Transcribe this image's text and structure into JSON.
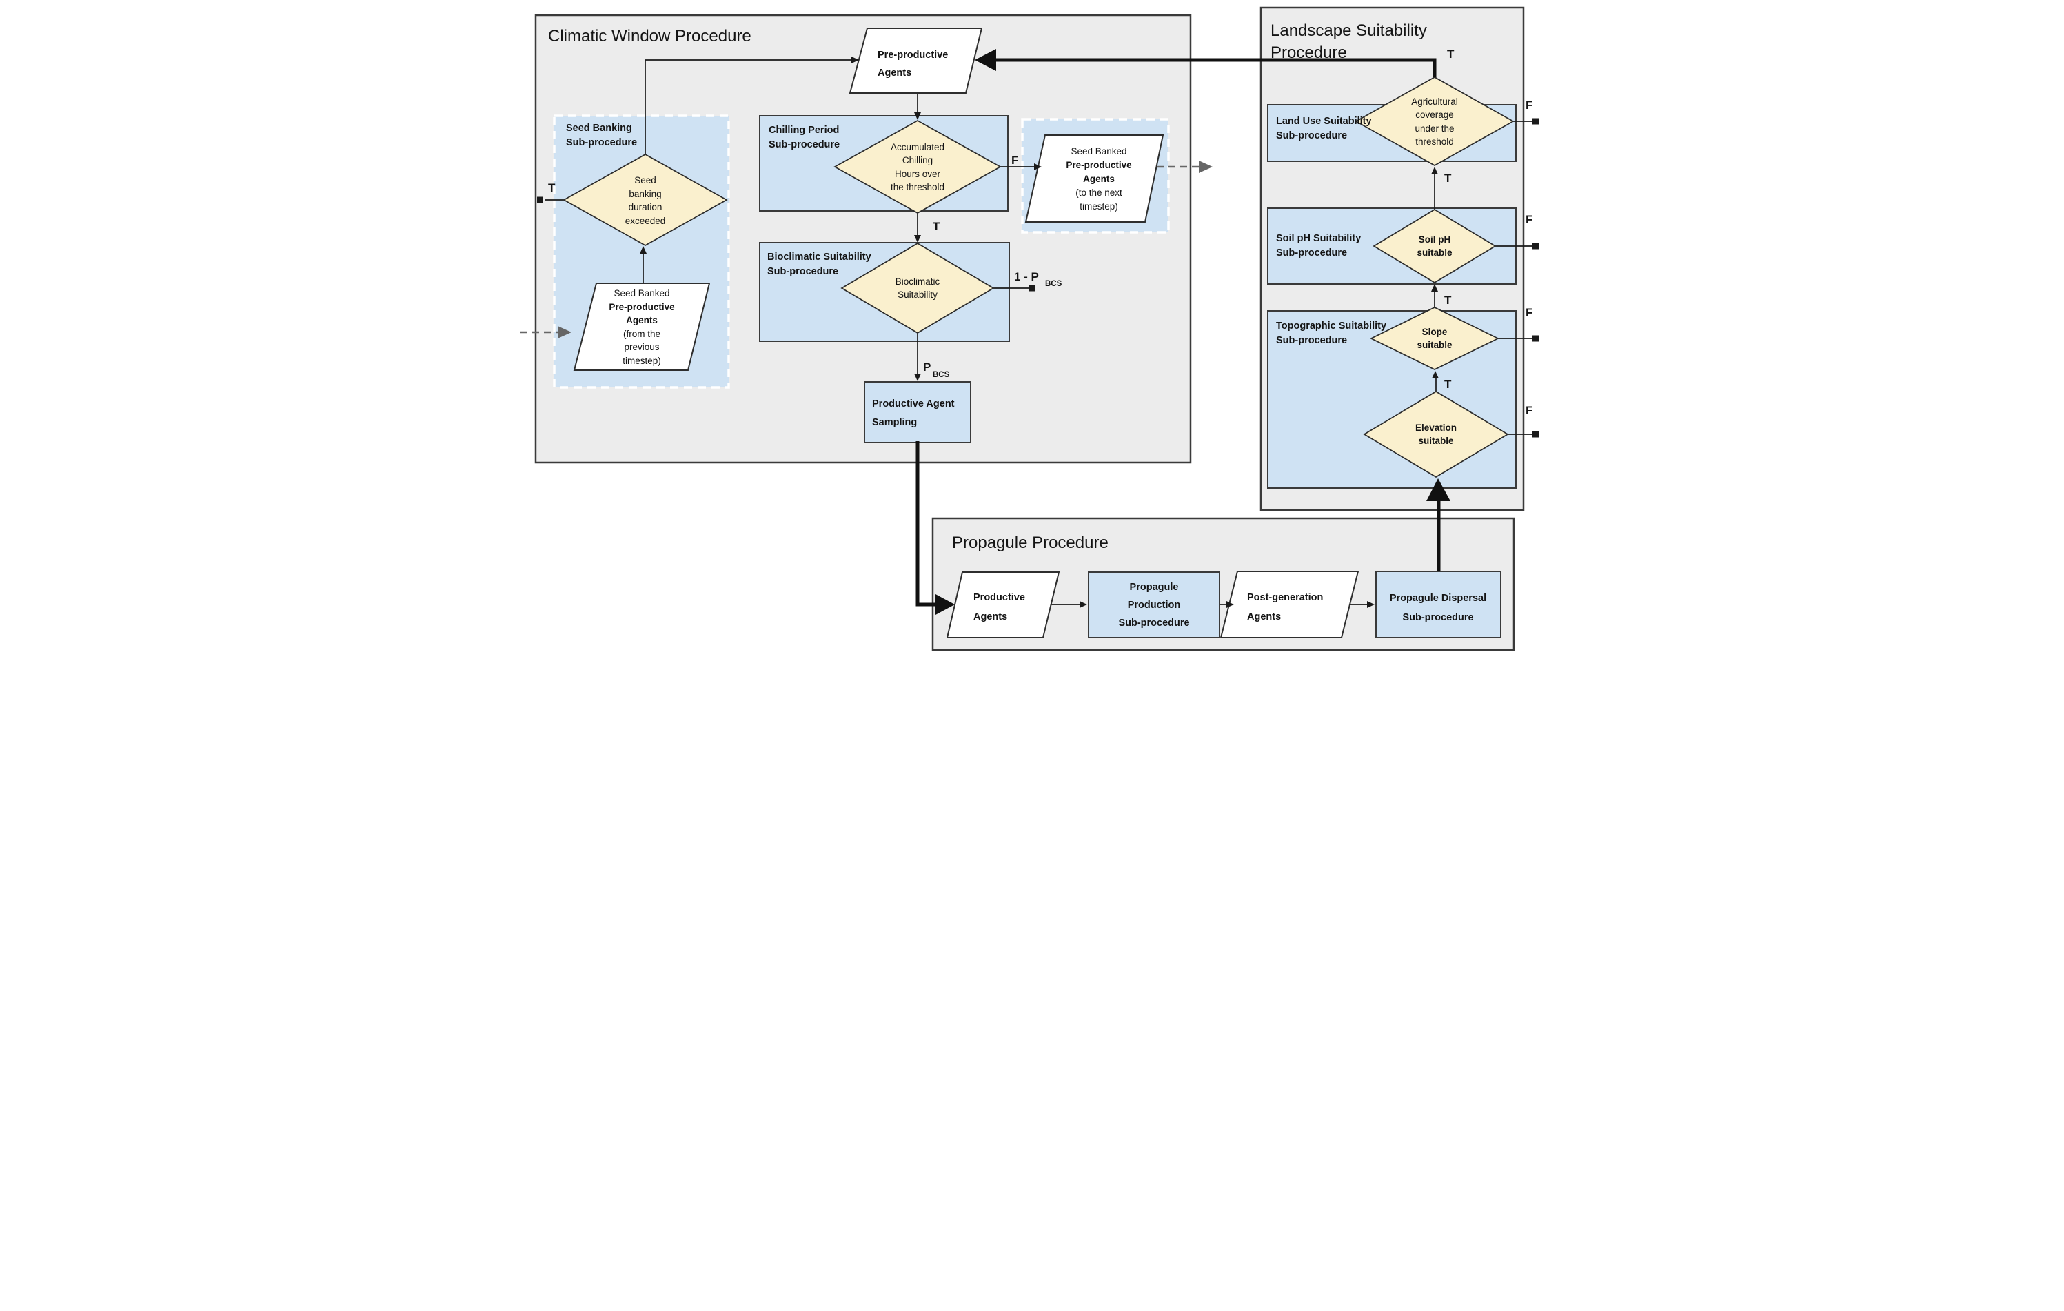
{
  "colors": {
    "background": "#ffffff",
    "procedure_fill": "#ececec",
    "subprocedure_fill": "#cfe2f3",
    "decision_fill": "#faf0ce",
    "io_fill": "#ffffff",
    "line": "#1a1a1a",
    "dashed_arrow": "#666666",
    "dashed_border": "#ffffff"
  },
  "procedures": {
    "climatic": {
      "title": "Climatic Window Procedure"
    },
    "landscape": {
      "title_lines": [
        "Landscape Suitability",
        "Procedure"
      ]
    },
    "propagule": {
      "title": "Propagule Procedure"
    }
  },
  "subprocedures": {
    "seed_banking": {
      "lines": [
        "Seed Banking",
        "Sub-procedure"
      ]
    },
    "chilling_period": {
      "lines": [
        "Chilling Period",
        "Sub-procedure"
      ]
    },
    "bioclimatic": {
      "lines": [
        "Bioclimatic Suitability",
        "Sub-procedure"
      ]
    },
    "land_use": {
      "lines": [
        "Land Use Suitability",
        "Sub-procedure"
      ]
    },
    "soil_ph": {
      "lines": [
        "Soil pH Suitability",
        "Sub-procedure"
      ]
    },
    "topographic": {
      "lines": [
        "Topographic Suitability",
        "Sub-procedure"
      ]
    },
    "propagule_production": {
      "lines": [
        "Propagule",
        "Production",
        "Sub-procedure"
      ]
    },
    "propagule_dispersal": {
      "lines": [
        "Propagule Dispersal",
        "Sub-procedure"
      ]
    }
  },
  "process_nodes": {
    "productive_agent_sampling": {
      "lines": [
        "Productive Agent",
        "Sampling"
      ]
    }
  },
  "io_nodes": {
    "preproductive_agents": {
      "lines": [
        "Pre-productive",
        "Agents"
      ]
    },
    "seed_banked_prev": {
      "lines": [
        "Seed Banked",
        "Pre-productive",
        "Agents",
        "(from the",
        "previous",
        "timestep)"
      ]
    },
    "seed_banked_next": {
      "lines": [
        "Seed Banked",
        "Pre-productive",
        "Agents",
        "(to the next",
        "timestep)"
      ]
    },
    "productive_agents": {
      "lines": [
        "Productive",
        "Agents"
      ]
    },
    "post_generation_agents": {
      "lines": [
        "Post-generation",
        "Agents"
      ]
    }
  },
  "decisions": {
    "seed_banking_duration": {
      "lines": [
        "Seed",
        "banking",
        "duration",
        "exceeded"
      ]
    },
    "accumulated_chilling": {
      "lines": [
        "Accumulated",
        "Chilling",
        "Hours over",
        "the threshold"
      ]
    },
    "bioclimatic_suitability": {
      "lines": [
        "Bioclimatic",
        "Suitability"
      ]
    },
    "agricultural_coverage": {
      "lines": [
        "Agricultural",
        "coverage",
        "under the",
        "threshold"
      ]
    },
    "soil_ph_suitable": {
      "lines": [
        "Soil pH",
        "suitable"
      ]
    },
    "slope_suitable": {
      "lines": [
        "Slope",
        "suitable"
      ]
    },
    "elevation_suitable": {
      "lines": [
        "Elevation",
        "suitable"
      ]
    }
  },
  "edge_labels": {
    "true": "T",
    "false": "F",
    "prob_one_minus_p": "1 - P",
    "prob_p": "P",
    "prob_sub": "BCS"
  }
}
